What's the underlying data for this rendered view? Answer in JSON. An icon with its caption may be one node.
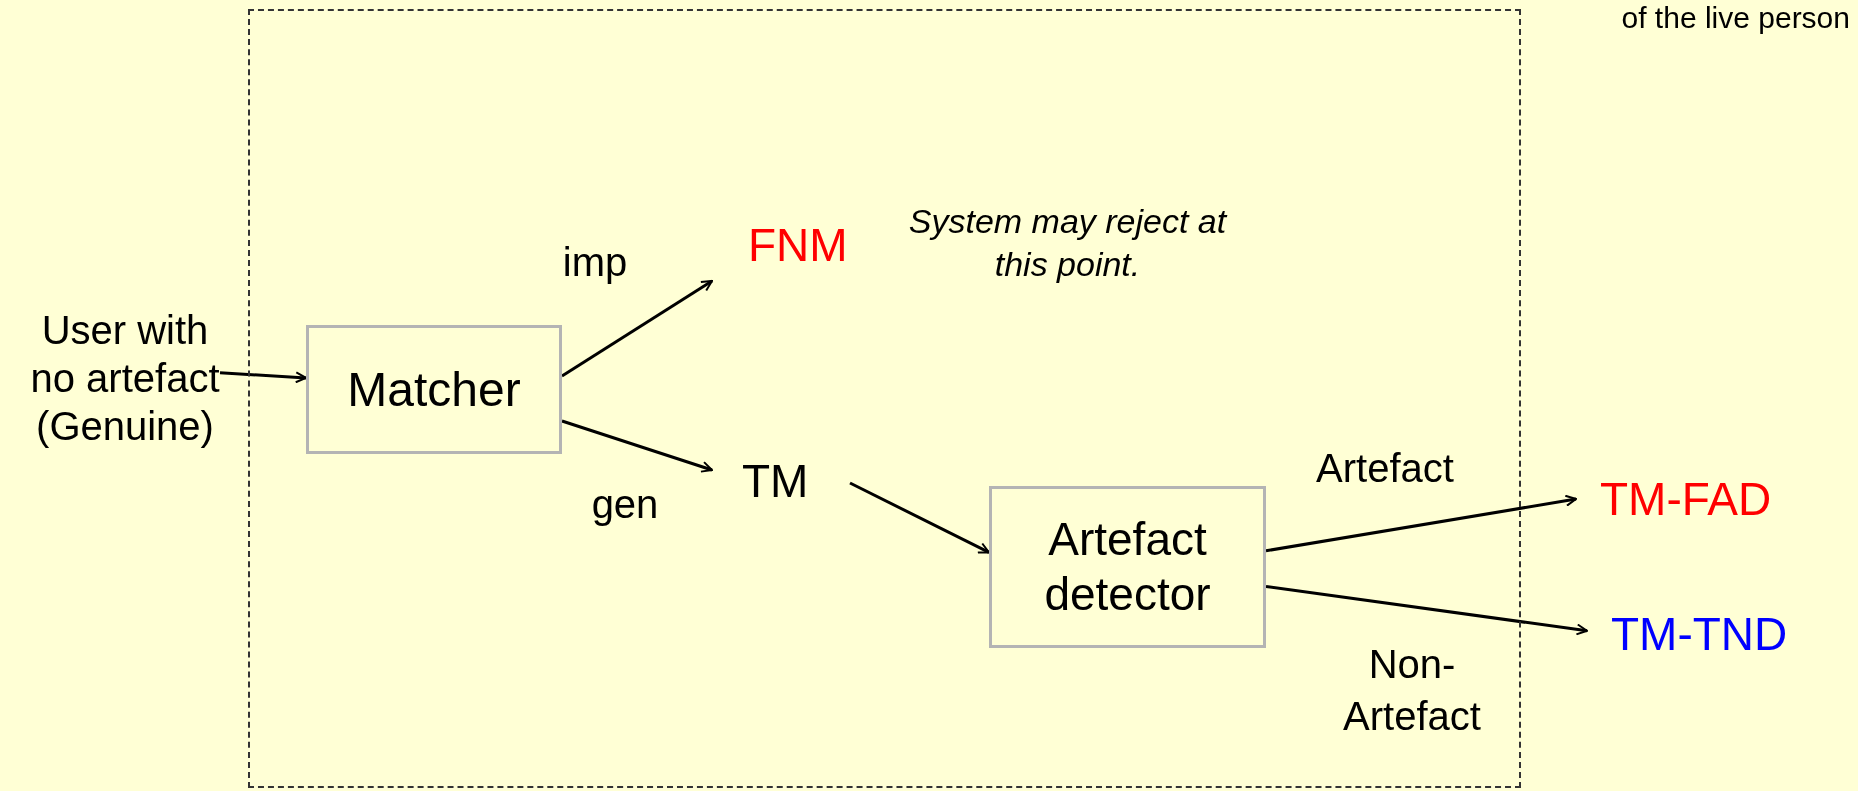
{
  "diagram": {
    "nodes": [
      {
        "text": [],
        "shape": "box"
      },
      {
        "text": [
          "User with no artefact (Genuine)"
        ]
      },
      {
        "text": [
          "Matcher"
        ],
        "in": 0
      },
      {
        "text": [
          "FNM"
        ],
        "in": 0,
        "beside": [
          "System may reject at this point."
        ]
      },
      {
        "text": [
          "TM"
        ],
        "in": 0
      },
      {
        "text": [
          "Artefact detector"
        ],
        "in": 0
      },
      {
        "text": [
          "TM-FAD"
        ]
      },
      {
        "text": [
          "TM-TND"
        ]
      }
    ],
    "edges": [
      {
        "from": 1,
        "to": 2,
        "arrow": "to"
      },
      {
        "from": 2,
        "to": 3,
        "arrow": "to",
        "label": "imp"
      },
      {
        "from": 2,
        "to": 4,
        "arrow": "to",
        "label": "gen"
      },
      {
        "from": 4,
        "to": 5,
        "arrow": "to"
      },
      {
        "from": 5,
        "to": 6,
        "arrow": "to",
        "label": "Artefact"
      },
      {
        "from": 5,
        "to": 7,
        "arrow": "to",
        "label": "Non- Artefact"
      }
    ],
    "labels": [
      "of the live person"
    ]
  }
}
